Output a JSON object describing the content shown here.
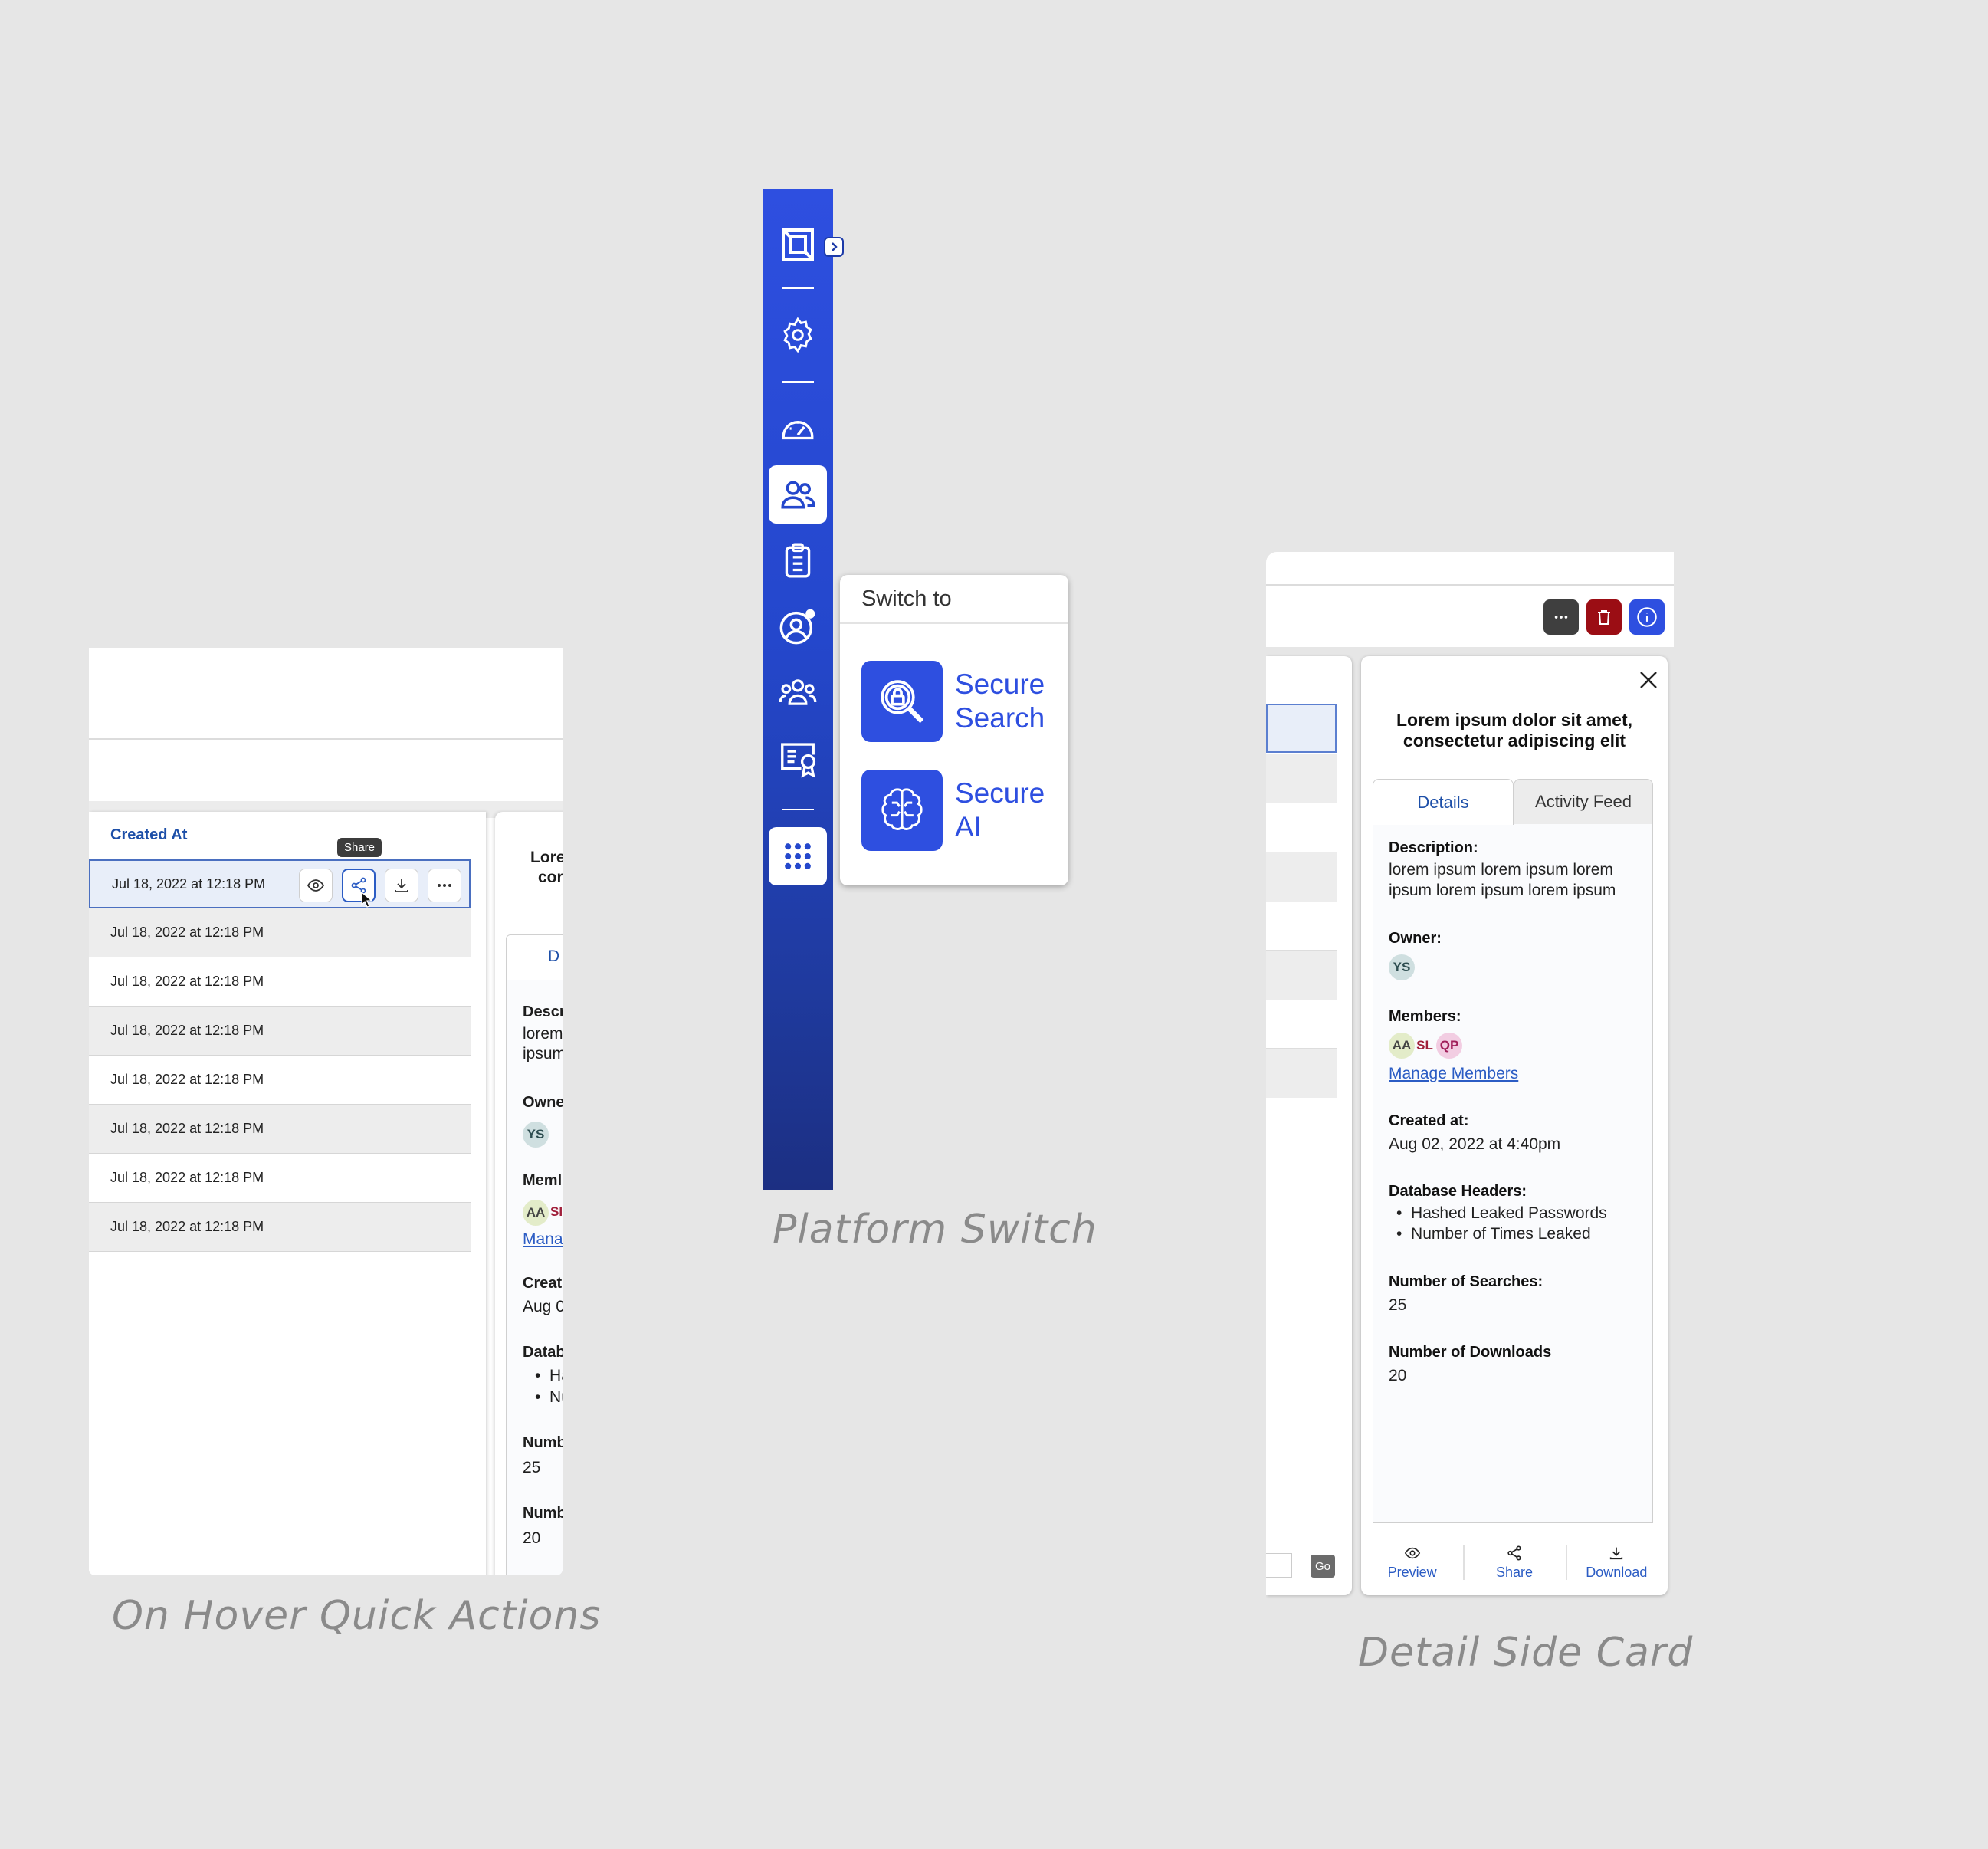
{
  "captions": {
    "hover": "On Hover Quick Actions",
    "platform": "Platform Switch",
    "detail": "Detail Side Card"
  },
  "table": {
    "header": "Created At",
    "rows": [
      "Jul 18, 2022 at 12:18 PM",
      "Jul 18, 2022 at 12:18 PM",
      "Jul 18, 2022 at 12:18 PM",
      "Jul 18, 2022 at 12:18 PM",
      "Jul 18, 2022 at 12:18 PM",
      "Jul 18, 2022 at 12:18 PM",
      "Jul 18, 2022 at 12:18 PM",
      "Jul 18, 2022 at 12:18 PM"
    ],
    "tooltip": "Share",
    "quick_actions": [
      "eye-icon",
      "share-icon",
      "download-icon",
      "more-icon"
    ]
  },
  "peek": {
    "title1": "Lore",
    "title2": "cor",
    "tab": "D",
    "desc_label": "Descr",
    "desc1": "lorem",
    "desc2": "ipsum",
    "owner_label": "Owne",
    "owner": "YS",
    "members_label": "Meml",
    "member1": "AA",
    "member2": "SI",
    "manage": "Mana",
    "created_label": "Creat",
    "created": "Aug 0",
    "db_label": "Datab",
    "db1": "Ha",
    "db2": "Nu",
    "searches_label": "Numb",
    "searches": "25",
    "downloads_label": "Numb",
    "downloads": "20"
  },
  "sidebar": {
    "icons": [
      "logo-icon",
      "settings-icon",
      "dashboard-icon",
      "users-icon",
      "clipboard-icon",
      "user-settings-icon",
      "groups-icon",
      "certificate-icon",
      "apps-grid-icon"
    ],
    "active": "users-icon"
  },
  "switcher": {
    "title": "Switch to",
    "options": [
      {
        "line1": "Secure",
        "line2": "Search",
        "icon": "search-lock-icon"
      },
      {
        "line1": "Secure",
        "line2": "AI",
        "icon": "brain-icon"
      }
    ]
  },
  "detail": {
    "title": "Lorem ipsum dolor sit amet, consectetur adipiscing elit",
    "tabs": [
      "Details",
      "Activity Feed"
    ],
    "description_label": "Description:",
    "description": "lorem ipsum lorem ipsum lorem ipsum lorem ipsum lorem ipsum",
    "owner_label": "Owner:",
    "owner": "YS",
    "members_label": "Members:",
    "members": [
      "AA",
      "SL",
      "QP"
    ],
    "manage_members": "Manage Members",
    "created_label": "Created at:",
    "created": "Aug 02, 2022 at 4:40pm",
    "db_headers_label": "Database Headers:",
    "db_headers": [
      "Hashed Leaked Passwords",
      "Number of Times Leaked"
    ],
    "searches_label": "Number of Searches:",
    "searches": "25",
    "downloads_label": "Number of Downloads",
    "downloads": "20",
    "footer": [
      "Preview",
      "Share",
      "Download"
    ],
    "go_button": "Go",
    "colors": {
      "accent": "#2e4fe0",
      "delete": "#9b0d14",
      "more": "#3f3f3f"
    }
  }
}
